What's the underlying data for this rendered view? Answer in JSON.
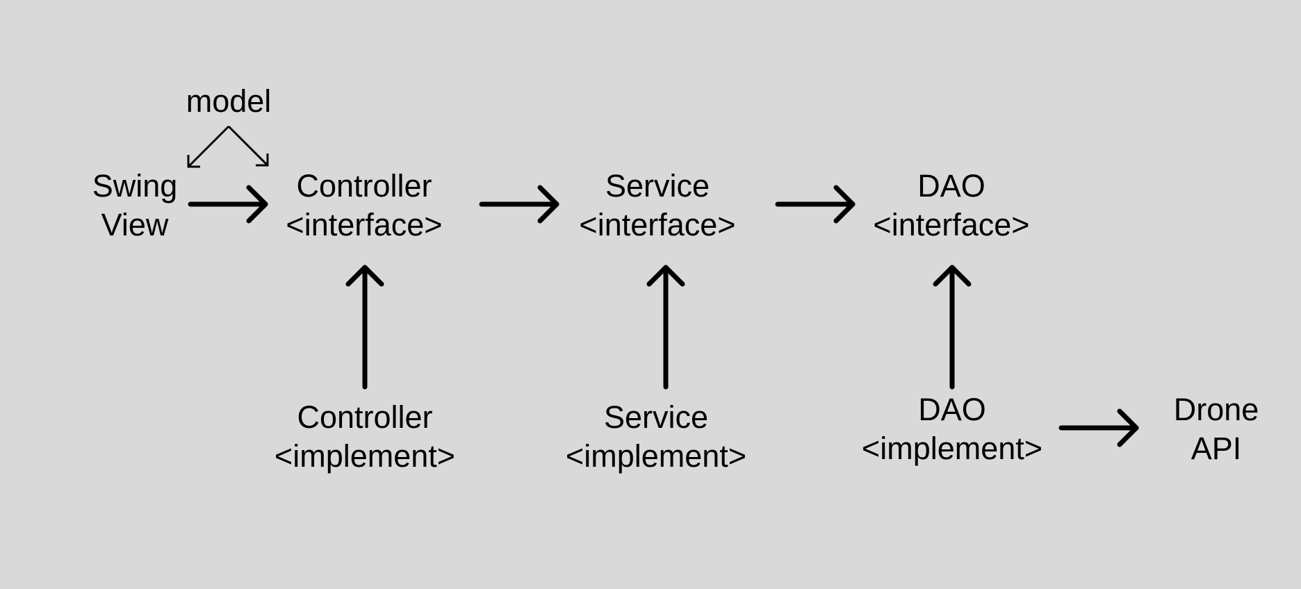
{
  "nodes": {
    "model": {
      "line1": "model"
    },
    "swing_view": {
      "line1": "Swing",
      "line2": "View"
    },
    "controller_interface": {
      "line1": "Controller",
      "line2": "<interface>"
    },
    "service_interface": {
      "line1": "Service",
      "line2": "<interface>"
    },
    "dao_interface": {
      "line1": "DAO",
      "line2": "<interface>"
    },
    "controller_implement": {
      "line1": "Controller",
      "line2": "<implement>"
    },
    "service_implement": {
      "line1": "Service",
      "line2": "<implement>"
    },
    "dao_implement": {
      "line1": "DAO",
      "line2": "<implement>"
    },
    "drone_api": {
      "line1": "Drone",
      "line2": "API"
    }
  },
  "colors": {
    "background": "#d9d9d9",
    "ink": "#000000"
  }
}
